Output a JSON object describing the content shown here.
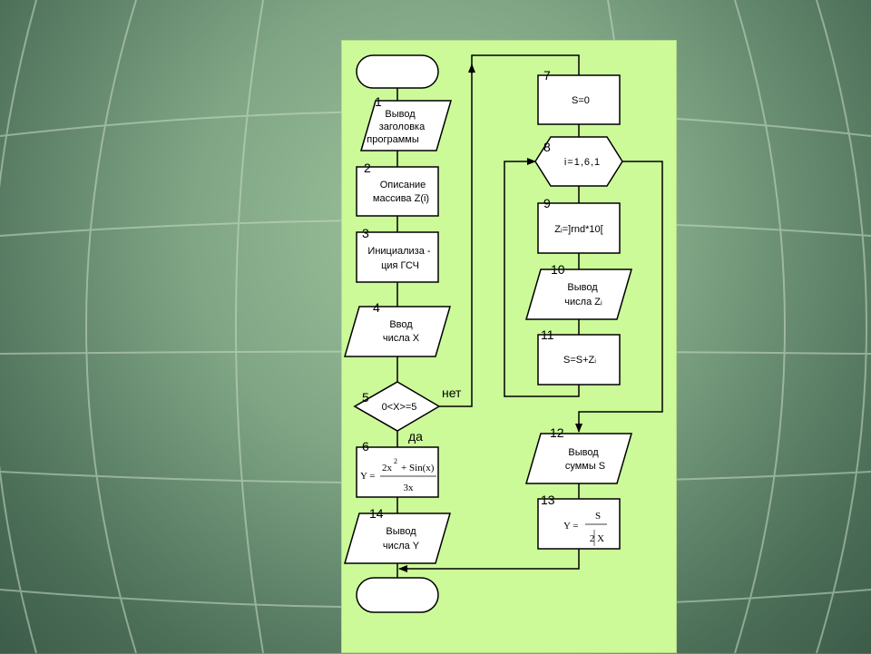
{
  "blocks": {
    "b1": {
      "number": "1",
      "line1": "Вывод",
      "line2": "заголовка",
      "line3": "программы"
    },
    "b2": {
      "number": "2",
      "line1": "Описание",
      "line2": "массива Z(i)"
    },
    "b3": {
      "number": "3",
      "line1": "Инициализа -",
      "line2": "ция ГСЧ"
    },
    "b4": {
      "number": "4",
      "line1": "Ввод",
      "line2": "числа X"
    },
    "b5": {
      "number": "5",
      "text": "0<X>=5",
      "no_label": "нет",
      "yes_label": "да"
    },
    "b6": {
      "number": "6",
      "lhs": "Y =",
      "numerator": "2x",
      "exponent": "2",
      "numerator_rest": "+ Sin(x)",
      "denominator": "3x"
    },
    "b7": {
      "number": "7",
      "text": "S=0"
    },
    "b8": {
      "number": "8",
      "text": "i=1,6,1"
    },
    "b9": {
      "number": "9",
      "text": "Zᵢ=]rnd*10["
    },
    "b10": {
      "number": "10",
      "line1": "Вывод",
      "line2": "числа Zᵢ"
    },
    "b11": {
      "number": "11",
      "text": "S=S+Zᵢ"
    },
    "b12": {
      "number": "12",
      "line1": "Вывод",
      "line2": "суммы S"
    },
    "b13": {
      "number": "13",
      "lhs": "Y =",
      "numerator": "S",
      "denominator": "2 X"
    },
    "b14": {
      "number": "14",
      "line1": "Вывод",
      "line2": "числа Y"
    }
  },
  "colors": {
    "panel": "#ccfa99",
    "shape_fill": "#ffffff",
    "line": "#000000"
  }
}
